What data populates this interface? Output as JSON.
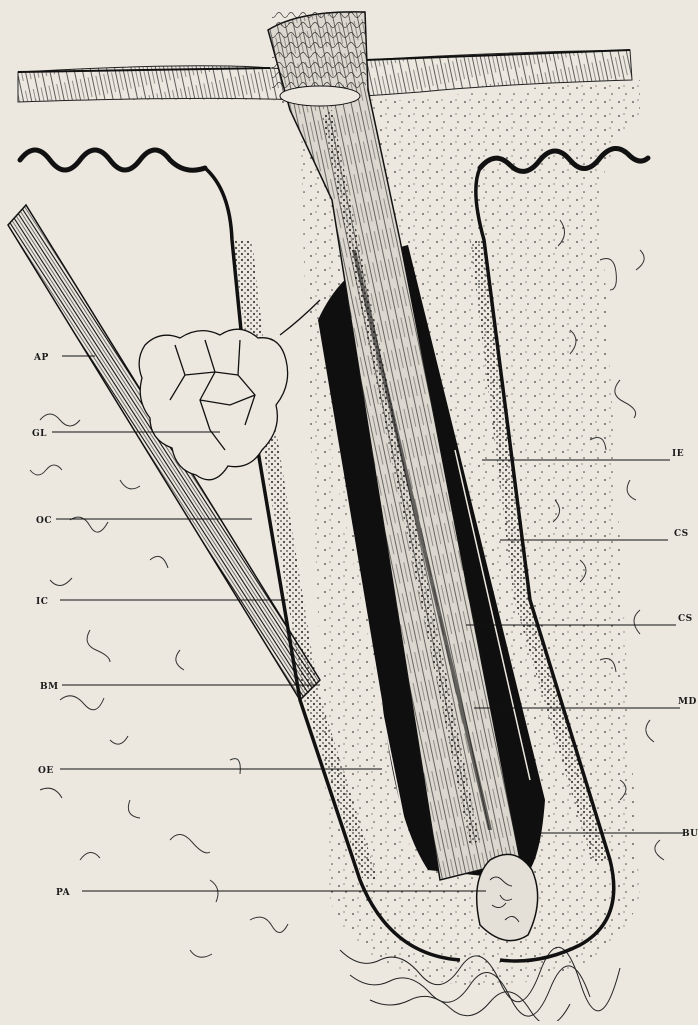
{
  "figure": {
    "paper_color": "#ece8e0",
    "ink_color": "#141414",
    "labels_left": [
      {
        "id": "ap",
        "text": "AP"
      },
      {
        "id": "gl",
        "text": "GL"
      },
      {
        "id": "oc",
        "text": "OC"
      },
      {
        "id": "ic",
        "text": "IC"
      },
      {
        "id": "bm",
        "text": "BM"
      },
      {
        "id": "oe",
        "text": "OE"
      },
      {
        "id": "pa",
        "text": "PA"
      }
    ],
    "labels_right": [
      {
        "id": "ie",
        "text": "IE"
      },
      {
        "id": "cs1",
        "text": "CS"
      },
      {
        "id": "cs2",
        "text": "CS"
      },
      {
        "id": "md",
        "text": "MD"
      },
      {
        "id": "bu",
        "text": "BU"
      }
    ]
  }
}
